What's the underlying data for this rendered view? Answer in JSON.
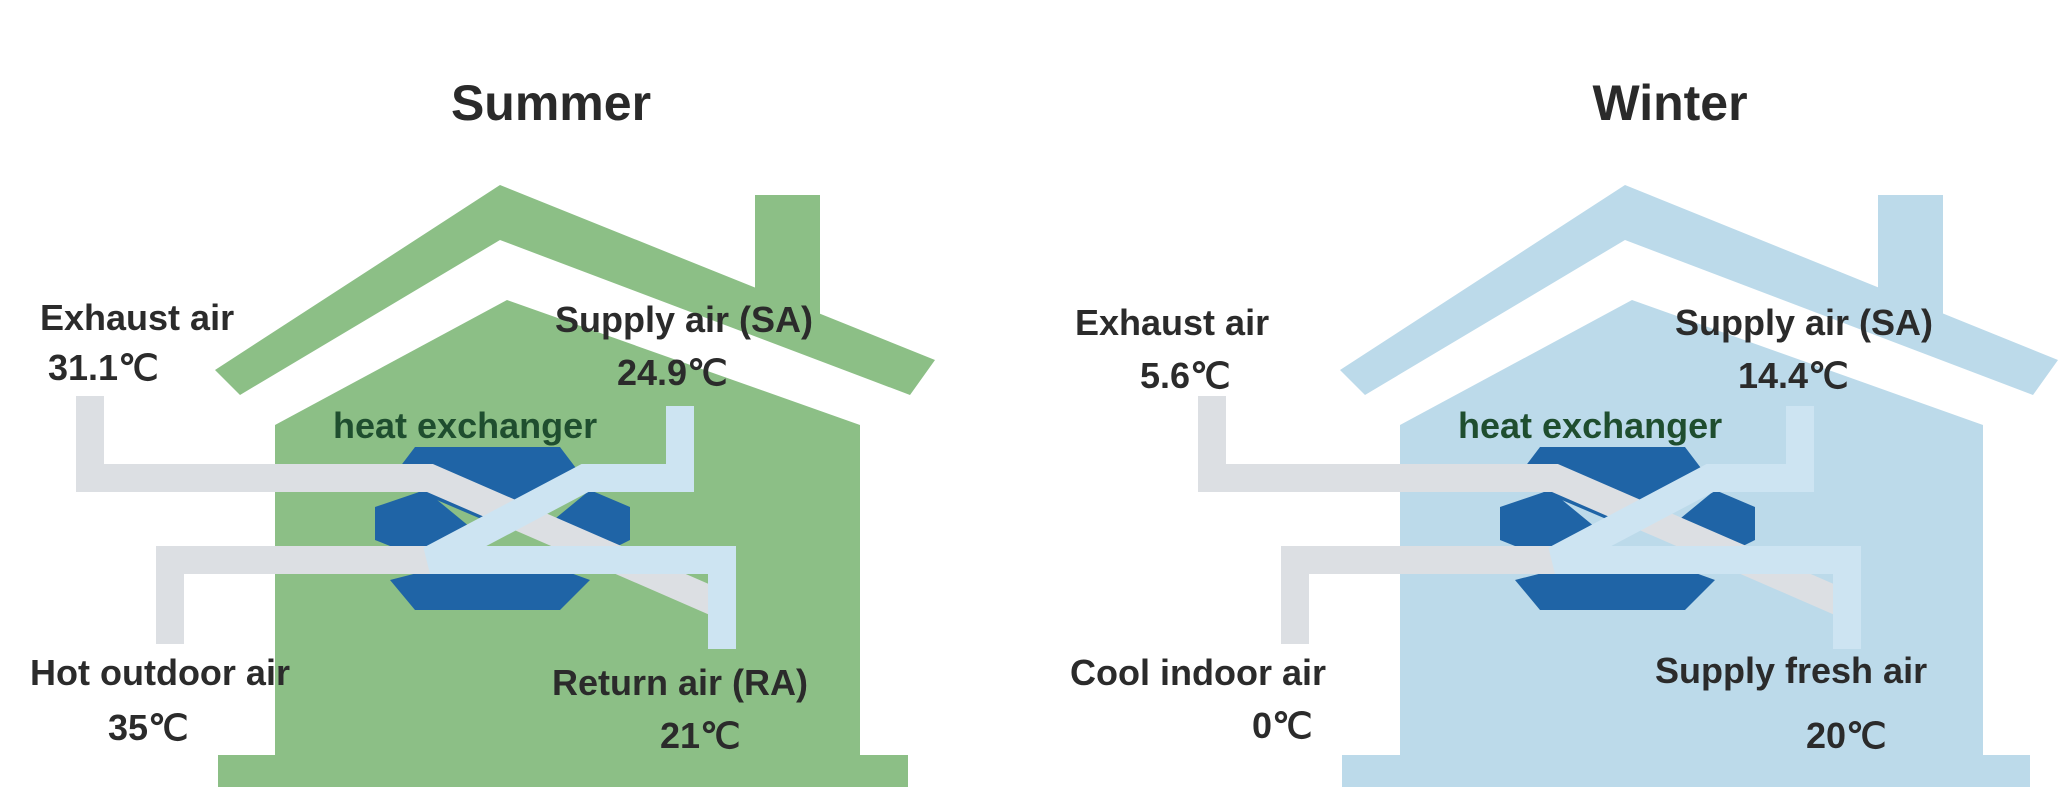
{
  "summer": {
    "title": "Summer",
    "exhaust_label": "Exhaust air",
    "exhaust_temp": "31.1℃",
    "supply_label": "Supply air (SA)",
    "supply_temp": "24.9℃",
    "hx_label": "heat exchanger",
    "outdoor_label": "Hot outdoor air",
    "outdoor_temp": "35℃",
    "return_label": "Return air (RA)",
    "return_temp": "21℃",
    "color": "#8cbf86"
  },
  "winter": {
    "title": "Winter",
    "exhaust_label": "Exhaust air",
    "exhaust_temp": "5.6℃",
    "supply_label": "Supply air (SA)",
    "supply_temp": "14.4℃",
    "hx_label": "heat exchanger",
    "outdoor_label": "Cool indoor air",
    "outdoor_temp": "0℃",
    "return_label": "Supply fresh air",
    "return_temp": "20℃",
    "color": "#bcdaea"
  },
  "colors": {
    "exchanger": "#1f64a6",
    "duct_grey": "#dcdfe3",
    "duct_blue": "#cde4f2"
  }
}
